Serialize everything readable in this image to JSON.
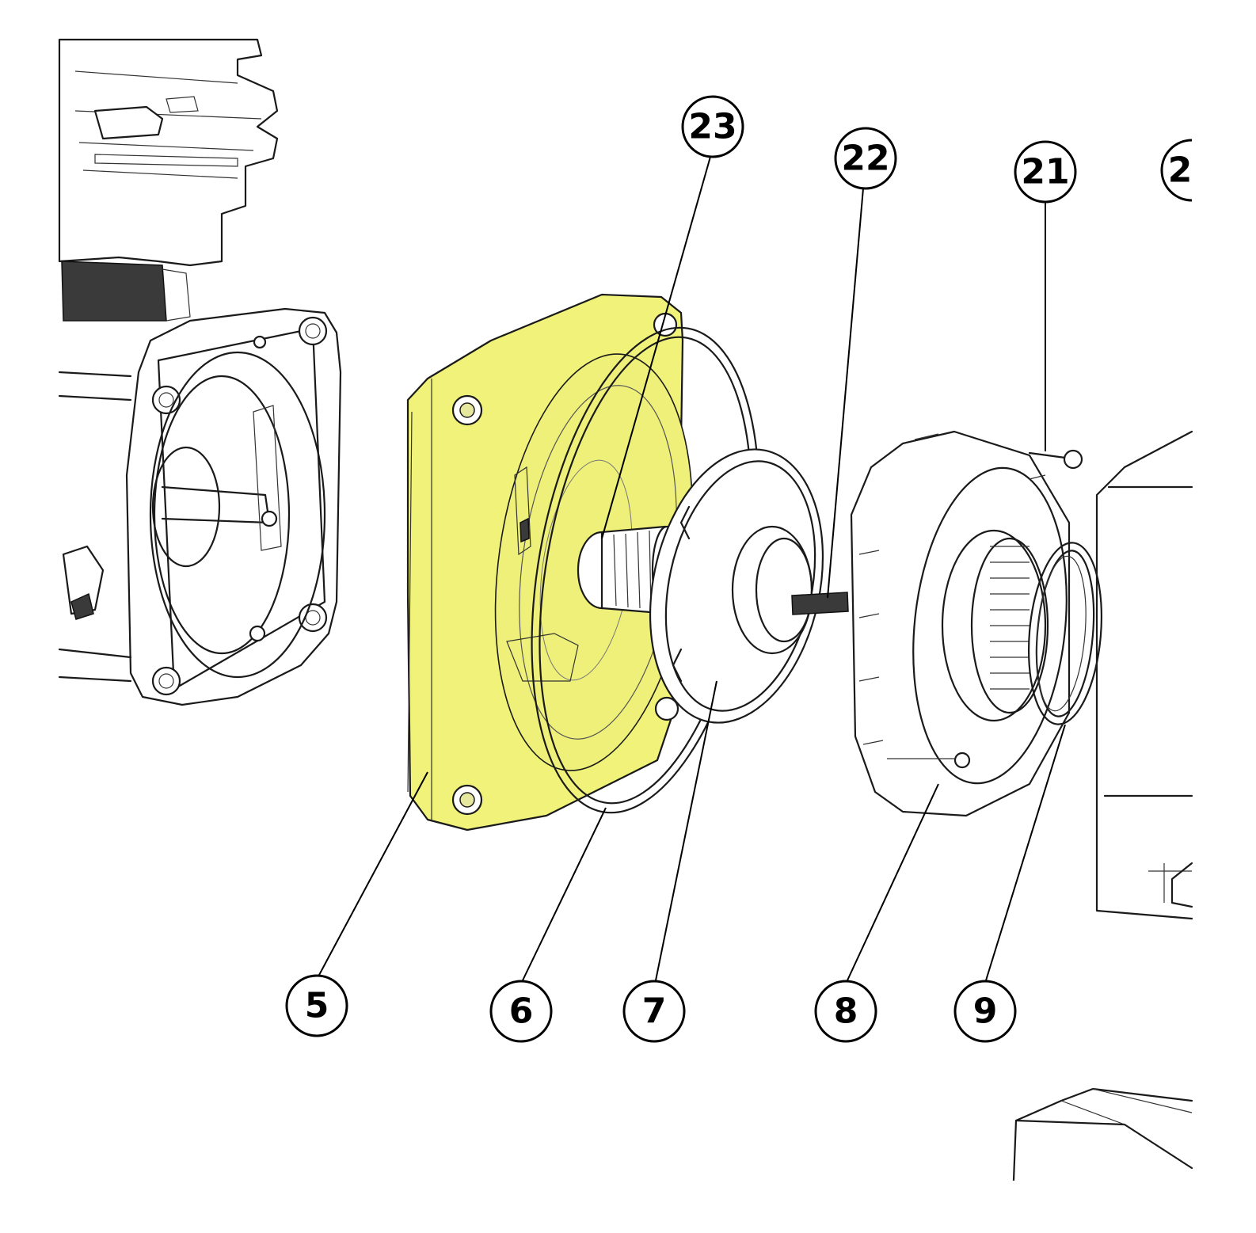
{
  "colors": {
    "highlight": "#F0F27A",
    "line": "#1a1a1a",
    "background": "#ffffff"
  },
  "callouts": [
    {
      "id": "23",
      "label": "23"
    },
    {
      "id": "22",
      "label": "22"
    },
    {
      "id": "21",
      "label": "21"
    },
    {
      "id": "20",
      "label": "2"
    },
    {
      "id": "5",
      "label": "5"
    },
    {
      "id": "6",
      "label": "6"
    },
    {
      "id": "7",
      "label": "7"
    },
    {
      "id": "8",
      "label": "8"
    },
    {
      "id": "9",
      "label": "9"
    }
  ]
}
